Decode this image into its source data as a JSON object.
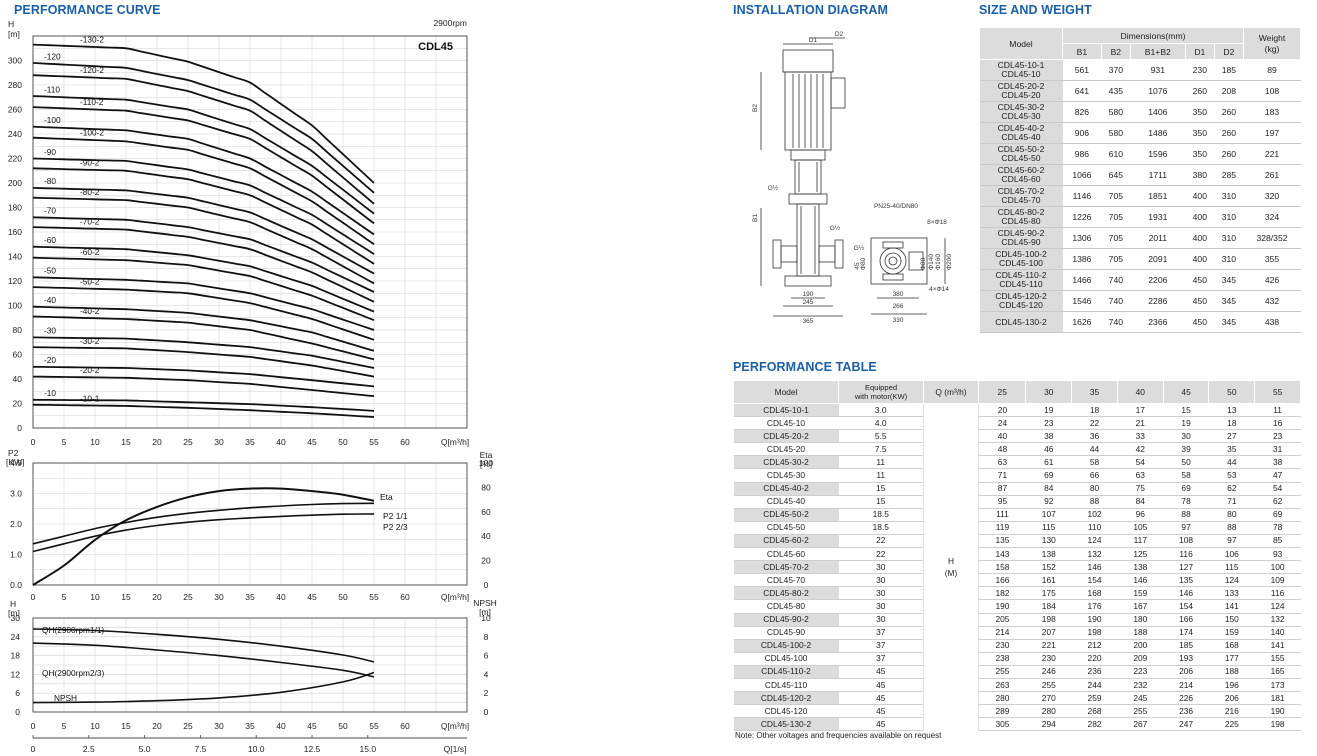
{
  "sections": {
    "performance_curve": "PERFORMANCE CURVE",
    "installation_diagram": "INSTALLATION DIAGRAM",
    "size_weight": "SIZE AND WEIGHT",
    "performance_table": "PERFORMANCE TABLE"
  },
  "colors": {
    "accent": "#1b5fa8",
    "header_bg": "#dcdcdc"
  },
  "chart_data": [
    {
      "type": "line",
      "title": "CDL45",
      "subtitle": "2900rpm",
      "ylabel": "H [m]",
      "xlabel": "Q[m³/h]",
      "xlim": [
        0,
        70
      ],
      "ylim": [
        0,
        320
      ],
      "x_ticks": [
        0,
        5,
        10,
        15,
        20,
        25,
        30,
        35,
        40,
        45,
        50,
        55,
        60
      ],
      "y_ticks": [
        0,
        20,
        40,
        60,
        80,
        100,
        120,
        140,
        160,
        180,
        200,
        220,
        240,
        260,
        280,
        300
      ],
      "grid": true,
      "q": [
        0,
        15,
        25,
        35,
        45,
        55
      ],
      "series": [
        {
          "name": "-10-1",
          "values": [
            19,
            18,
            16.5,
            14.5,
            12,
            9
          ]
        },
        {
          "name": "-10",
          "values": [
            23,
            22.5,
            21,
            19.5,
            17,
            14
          ]
        },
        {
          "name": "-20-2",
          "values": [
            42,
            41,
            39,
            36,
            31,
            26
          ]
        },
        {
          "name": "-20",
          "values": [
            50,
            49,
            47,
            44,
            39,
            34
          ]
        },
        {
          "name": "-30-2",
          "values": [
            66,
            65,
            62,
            58,
            51,
            42
          ]
        },
        {
          "name": "-30",
          "values": [
            74,
            73,
            70,
            66,
            59,
            49
          ]
        },
        {
          "name": "-40-2",
          "values": [
            91,
            89,
            86,
            80,
            69,
            56
          ]
        },
        {
          "name": "-40",
          "values": [
            99,
            97,
            94,
            88,
            78,
            63
          ]
        },
        {
          "name": "-50-2",
          "values": [
            115,
            113,
            110,
            102,
            89,
            72
          ]
        },
        {
          "name": "-50",
          "values": [
            123,
            121,
            118,
            110,
            97,
            80
          ]
        },
        {
          "name": "-60-2",
          "values": [
            139,
            137,
            133,
            124,
            108,
            88
          ]
        },
        {
          "name": "-60",
          "values": [
            148,
            146,
            141,
            132,
            116,
            95
          ]
        },
        {
          "name": "-70-2",
          "values": [
            164,
            162,
            156,
            146,
            127,
            103
          ]
        },
        {
          "name": "-70",
          "values": [
            172,
            170,
            164,
            154,
            135,
            111
          ]
        },
        {
          "name": "-80-2",
          "values": [
            188,
            186,
            180,
            168,
            146,
            118
          ]
        },
        {
          "name": "-80",
          "values": [
            196,
            194,
            188,
            176,
            154,
            126
          ]
        },
        {
          "name": "-90-2",
          "values": [
            212,
            210,
            203,
            190,
            166,
            134
          ]
        },
        {
          "name": "-90",
          "values": [
            220,
            218,
            211,
            198,
            174,
            142
          ]
        },
        {
          "name": "-100-2",
          "values": [
            237,
            234,
            227,
            212,
            185,
            150
          ]
        },
        {
          "name": "-100",
          "values": [
            246,
            243,
            236,
            220,
            193,
            158
          ]
        },
        {
          "name": "-110-2",
          "values": [
            262,
            259,
            251,
            236,
            206,
            167
          ]
        },
        {
          "name": "-110",
          "values": [
            271,
            268,
            260,
            244,
            214,
            175
          ]
        },
        {
          "name": "-120-2",
          "values": [
            288,
            285,
            275,
            259,
            226,
            183
          ]
        },
        {
          "name": "-120",
          "values": [
            298,
            294,
            284,
            268,
            236,
            192
          ]
        },
        {
          "name": "-130-2",
          "values": [
            313,
            310,
            299,
            282,
            247,
            200
          ]
        }
      ]
    },
    {
      "type": "line",
      "ylabel": "P2 [KW]",
      "ylabel_right": "Eta [%]",
      "xlabel": "Q[m³/h]",
      "x_ticks": [
        0,
        5,
        10,
        15,
        20,
        25,
        30,
        35,
        40,
        45,
        50,
        55,
        60
      ],
      "xlim": [
        0,
        70
      ],
      "ylim": [
        0,
        4.0
      ],
      "y_ticks": [
        "0.0",
        "1.0",
        "2.0",
        "3.0",
        "4.0"
      ],
      "y2lim": [
        0,
        100
      ],
      "y2_ticks": [
        0,
        20,
        40,
        60,
        80,
        100
      ],
      "grid": true,
      "series": [
        {
          "name": "Eta",
          "axis": "right",
          "x": [
            0,
            5,
            10,
            15,
            20,
            25,
            30,
            35,
            40,
            45,
            50,
            55
          ],
          "values": [
            0,
            16,
            37,
            53,
            64,
            72,
            77,
            79,
            79,
            77,
            74,
            69
          ]
        },
        {
          "name": "P2  1/1",
          "axis": "left",
          "x": [
            0,
            5,
            10,
            15,
            20,
            25,
            30,
            35,
            40,
            45,
            50,
            55
          ],
          "values": [
            1.35,
            1.6,
            1.85,
            2.05,
            2.22,
            2.35,
            2.45,
            2.53,
            2.59,
            2.64,
            2.67,
            2.68
          ]
        },
        {
          "name": "P2  2/3",
          "axis": "left",
          "x": [
            0,
            5,
            10,
            15,
            20,
            25,
            30,
            35,
            40,
            45,
            50,
            55
          ],
          "values": [
            1.1,
            1.35,
            1.6,
            1.8,
            1.95,
            2.06,
            2.14,
            2.2,
            2.25,
            2.29,
            2.32,
            2.33
          ]
        }
      ]
    },
    {
      "type": "line",
      "ylabel": "H [m]",
      "ylabel_right": "NPSH [m]",
      "xlabel": "Q[m³/h]",
      "xlabel2": "Q[1/s]",
      "x_ticks": [
        0,
        5,
        10,
        15,
        20,
        25,
        30,
        35,
        40,
        45,
        50,
        55,
        60
      ],
      "x2_ticks": [
        "0",
        "2.5",
        "5.0",
        "7.5",
        "10.0",
        "12.5",
        "15.0"
      ],
      "xlim": [
        0,
        70
      ],
      "ylim": [
        0,
        30
      ],
      "y_ticks": [
        0,
        6,
        12,
        18,
        24,
        30
      ],
      "y2lim": [
        0,
        10
      ],
      "y2_ticks": [
        0,
        2,
        4,
        6,
        8,
        10
      ],
      "grid": true,
      "series": [
        {
          "name": "QH(2900rpm1/1)",
          "axis": "left",
          "x": [
            0,
            10,
            20,
            30,
            40,
            50,
            55
          ],
          "values": [
            26.5,
            26,
            24.8,
            23.2,
            21,
            18.2,
            16
          ]
        },
        {
          "name": "QH(2900rpm2/3)",
          "axis": "left",
          "x": [
            0,
            10,
            20,
            30,
            40,
            50,
            55
          ],
          "values": [
            22,
            21.3,
            19.8,
            18,
            15.8,
            13.3,
            11.2
          ]
        },
        {
          "name": "NPSH",
          "axis": "right",
          "x": [
            0,
            10,
            20,
            30,
            40,
            50,
            55
          ],
          "values": [
            1,
            1.05,
            1.2,
            1.5,
            2.1,
            3.2,
            4.2
          ]
        }
      ]
    }
  ],
  "diagram": {
    "labels": [
      "D2",
      "D1",
      "B2",
      "B1",
      "G½",
      "G½",
      "PN25-40/DN80",
      "8×Φ18",
      "G½",
      "4×Φ14",
      "190",
      "245",
      "365",
      "380",
      "266",
      "330",
      "45",
      "Φ140",
      "Φ160",
      "Φ200",
      "Φ80",
      "Φ80"
    ]
  },
  "size_table": {
    "headers": {
      "model": "Model",
      "dimensions": "Dimensions(mm)",
      "weight": "Weight\n(kg)",
      "cols": [
        "B1",
        "B2",
        "B1+B2",
        "D1",
        "D2"
      ]
    },
    "rows": [
      {
        "models": [
          "CDL45-10-1",
          "CDL45-10"
        ],
        "values": [
          "561",
          "370",
          "931",
          "230",
          "185",
          "89"
        ]
      },
      {
        "models": [
          "CDL45-20-2",
          "CDL45-20"
        ],
        "values": [
          "641",
          "435",
          "1076",
          "260",
          "208",
          "108"
        ]
      },
      {
        "models": [
          "CDL45-30-2",
          "CDL45-30"
        ],
        "values": [
          "826",
          "580",
          "1406",
          "350",
          "260",
          "183"
        ]
      },
      {
        "models": [
          "CDL45-40-2",
          "CDL45-40"
        ],
        "values": [
          "906",
          "580",
          "1486",
          "350",
          "260",
          "197"
        ]
      },
      {
        "models": [
          "CDL45-50-2",
          "CDL45-50"
        ],
        "values": [
          "986",
          "610",
          "1596",
          "350",
          "260",
          "221"
        ]
      },
      {
        "models": [
          "CDL45-60-2",
          "CDL45-60"
        ],
        "values": [
          "1066",
          "645",
          "1711",
          "380",
          "285",
          "261"
        ]
      },
      {
        "models": [
          "CDL45-70-2",
          "CDL45-70"
        ],
        "values": [
          "1146",
          "705",
          "1851",
          "400",
          "310",
          "320"
        ]
      },
      {
        "models": [
          "CDL45-80-2",
          "CDL45-80"
        ],
        "values": [
          "1226",
          "705",
          "1931",
          "400",
          "310",
          "324"
        ]
      },
      {
        "models": [
          "CDL45-90-2",
          "CDL45-90"
        ],
        "values": [
          "1306",
          "705",
          "2011",
          "400",
          "310",
          "328/352"
        ]
      },
      {
        "models": [
          "CDL45-100-2",
          "CDL45-100"
        ],
        "values": [
          "1386",
          "705",
          "2091",
          "400",
          "310",
          "355"
        ]
      },
      {
        "models": [
          "CDL45-110-2",
          "CDL45-110"
        ],
        "values": [
          "1466",
          "740",
          "2206",
          "450",
          "345",
          "426"
        ]
      },
      {
        "models": [
          "CDL45-120-2",
          "CDL45-120"
        ],
        "values": [
          "1546",
          "740",
          "2286",
          "450",
          "345",
          "432"
        ]
      },
      {
        "models": [
          "CDL45-130-2"
        ],
        "values": [
          "1626",
          "740",
          "2366",
          "450",
          "345",
          "438"
        ]
      }
    ]
  },
  "perf_table": {
    "headers": {
      "model": "Model",
      "motor": "Equipped\nwith motor(KW)",
      "q": "Q (m³/h)",
      "q_values": [
        "25",
        "30",
        "35",
        "40",
        "45",
        "50",
        "55"
      ]
    },
    "h_label": "H\n(M)",
    "rows": [
      {
        "model": "CDL45-10-1",
        "kw": "3.0",
        "h": [
          "20",
          "19",
          "18",
          "17",
          "15",
          "13",
          "11"
        ]
      },
      {
        "model": "CDL45-10",
        "kw": "4.0",
        "h": [
          "24",
          "23",
          "22",
          "21",
          "19",
          "18",
          "16"
        ]
      },
      {
        "model": "CDL45-20-2",
        "kw": "5.5",
        "h": [
          "40",
          "38",
          "36",
          "33",
          "30",
          "27",
          "23"
        ]
      },
      {
        "model": "CDL45-20",
        "kw": "7.5",
        "h": [
          "48",
          "46",
          "44",
          "42",
          "39",
          "35",
          "31"
        ]
      },
      {
        "model": "CDL45-30-2",
        "kw": "11",
        "h": [
          "63",
          "61",
          "58",
          "54",
          "50",
          "44",
          "38"
        ]
      },
      {
        "model": "CDL45-30",
        "kw": "11",
        "h": [
          "71",
          "69",
          "66",
          "63",
          "58",
          "53",
          "47"
        ]
      },
      {
        "model": "CDL45-40-2",
        "kw": "15",
        "h": [
          "87",
          "84",
          "80",
          "75",
          "69",
          "62",
          "54"
        ]
      },
      {
        "model": "CDL45-40",
        "kw": "15",
        "h": [
          "95",
          "92",
          "88",
          "84",
          "78",
          "71",
          "62"
        ]
      },
      {
        "model": "CDL45-50-2",
        "kw": "18.5",
        "h": [
          "111",
          "107",
          "102",
          "96",
          "88",
          "80",
          "69"
        ]
      },
      {
        "model": "CDL45-50",
        "kw": "18.5",
        "h": [
          "119",
          "115",
          "110",
          "105",
          "97",
          "88",
          "78"
        ]
      },
      {
        "model": "CDL45-60-2",
        "kw": "22",
        "h": [
          "135",
          "130",
          "124",
          "117",
          "108",
          "97",
          "85"
        ]
      },
      {
        "model": "CDL45-60",
        "kw": "22",
        "h": [
          "143",
          "138",
          "132",
          "125",
          "116",
          "106",
          "93"
        ]
      },
      {
        "model": "CDL45-70-2",
        "kw": "30",
        "h": [
          "158",
          "152",
          "146",
          "138",
          "127",
          "115",
          "100"
        ]
      },
      {
        "model": "CDL45-70",
        "kw": "30",
        "h": [
          "166",
          "161",
          "154",
          "146",
          "135",
          "124",
          "109"
        ]
      },
      {
        "model": "CDL45-80-2",
        "kw": "30",
        "h": [
          "182",
          "175",
          "168",
          "159",
          "146",
          "133",
          "116"
        ]
      },
      {
        "model": "CDL45-80",
        "kw": "30",
        "h": [
          "190",
          "184",
          "176",
          "167",
          "154",
          "141",
          "124"
        ]
      },
      {
        "model": "CDL45-90-2",
        "kw": "30",
        "h": [
          "205",
          "198",
          "190",
          "180",
          "166",
          "150",
          "132"
        ]
      },
      {
        "model": "CDL45-90",
        "kw": "37",
        "h": [
          "214",
          "207",
          "198",
          "188",
          "174",
          "159",
          "140"
        ]
      },
      {
        "model": "CDL45-100-2",
        "kw": "37",
        "h": [
          "230",
          "221",
          "212",
          "200",
          "185",
          "168",
          "141"
        ]
      },
      {
        "model": "CDL45-100",
        "kw": "37",
        "h": [
          "238",
          "230",
          "220",
          "209",
          "193",
          "177",
          "155"
        ]
      },
      {
        "model": "CDL45-110-2",
        "kw": "45",
        "h": [
          "255",
          "246",
          "236",
          "223",
          "206",
          "188",
          "165"
        ]
      },
      {
        "model": "CDL45-110",
        "kw": "45",
        "h": [
          "263",
          "255",
          "244",
          "232",
          "214",
          "196",
          "173"
        ]
      },
      {
        "model": "CDL45-120-2",
        "kw": "45",
        "h": [
          "280",
          "270",
          "259",
          "245",
          "226",
          "206",
          "181"
        ]
      },
      {
        "model": "CDL45-120",
        "kw": "45",
        "h": [
          "289",
          "280",
          "268",
          "255",
          "236",
          "216",
          "190"
        ]
      },
      {
        "model": "CDL45-130-2",
        "kw": "45",
        "h": [
          "305",
          "294",
          "282",
          "267",
          "247",
          "225",
          "198"
        ]
      }
    ]
  },
  "note": "Note: Other voltages and frequencies available on request"
}
